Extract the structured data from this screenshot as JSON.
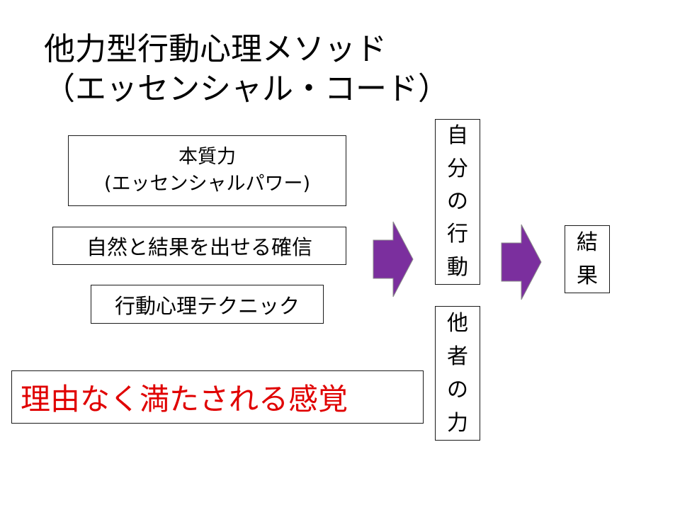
{
  "title": {
    "line1": "他力型行動心理メソッド",
    "line2": "（エッセンシャル・コード）"
  },
  "essence_box": {
    "line1": "本質力",
    "line2": "(エッセンシャルパワー)"
  },
  "confidence_box": {
    "text": "自然と結果を出せる確信"
  },
  "technique_box": {
    "text": "行動心理テクニック"
  },
  "feeling_box": {
    "text": "理由なく満たされる感覚",
    "color": "#e00000"
  },
  "self_action_box": {
    "chars": [
      "自",
      "分",
      "の",
      "行",
      "動"
    ]
  },
  "others_power_box": {
    "chars": [
      "他",
      "者",
      "の",
      "力"
    ]
  },
  "result_box": {
    "chars": [
      "結",
      "果"
    ]
  },
  "arrows": {
    "fill_color": "#7b2f9e",
    "stroke_color": "#8a8a8a",
    "icon": "right-arrow-icon"
  }
}
